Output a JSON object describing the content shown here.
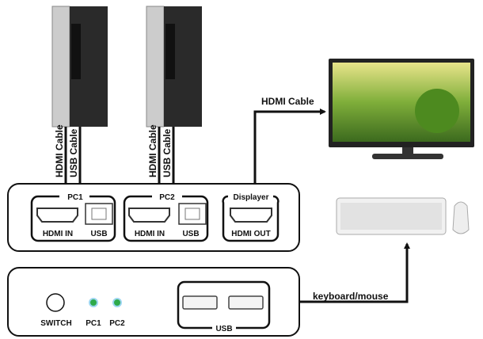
{
  "cables": {
    "hdmi": "HDMI Cable",
    "usb": "USB Cable",
    "display": "HDMI Cable",
    "keyboard": "keyboard/mouse"
  },
  "top_panel": {
    "pc1": {
      "title": "PC1",
      "hdmi": "HDMI IN",
      "usb": "USB"
    },
    "pc2": {
      "title": "PC2",
      "hdmi": "HDMI IN",
      "usb": "USB"
    },
    "display": {
      "title": "Displayer",
      "hdmi": "HDMI OUT"
    }
  },
  "bottom_panel": {
    "switch": "SWITCH",
    "led1": "PC1",
    "led2": "PC2",
    "usb": "USB"
  },
  "colors": {
    "led": "#2eaa4a",
    "line": "#111111"
  }
}
